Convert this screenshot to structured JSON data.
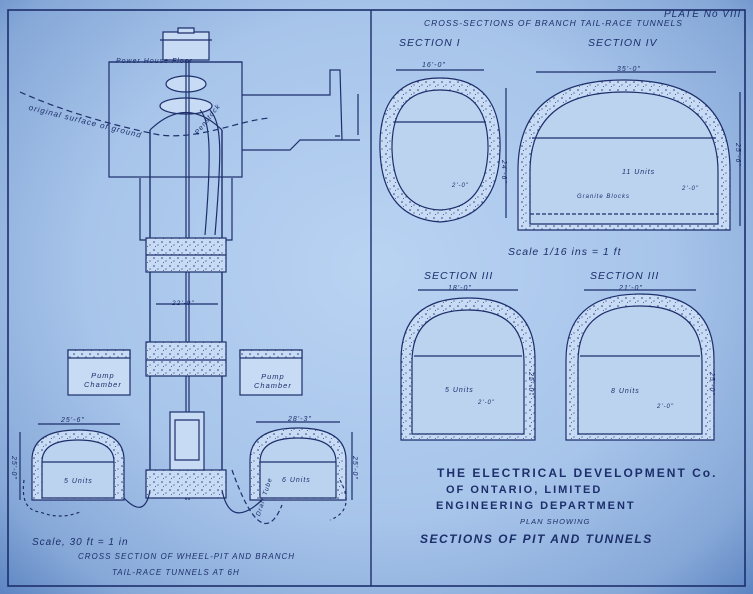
{
  "plate": "PLATE No VIII",
  "right_title": "CROSS-SECTIONS OF BRANCH TAIL-RACE TUNNELS",
  "section_1": "SECTION I",
  "section_4": "SECTION IV",
  "section_3a": "SECTION III",
  "section_3b": "SECTION III",
  "scale_right": "Scale 1/16 ins = 1 ft",
  "company": {
    "line1": "THE ELECTRICAL DEVELOPMENT Co.",
    "line2": "OF ONTARIO, LIMITED",
    "line3": "ENGINEERING DEPARTMENT",
    "line4": "PLAN SHOWING",
    "line5": "SECTIONS OF PIT AND TUNNELS"
  },
  "scale_left": "Scale, 30 ft = 1 in",
  "caption_1": "CROSS SECTION OF WHEEL-PIT AND BRANCH",
  "caption_2": "TAIL-RACE TUNNELS AT 6H",
  "labels": {
    "original_surface": "original surface of ground",
    "power_house_floor": "Power House Floor",
    "pump_chamber_1": "Pump\nChamber",
    "pump_chamber_2": "Pump\nChamber",
    "penstock": "Penstock",
    "draft_tube": "Draft Tube",
    "units_5_left": "5 Units",
    "units_6": "6 Units",
    "units_11": "11 Units",
    "granite_blocks": "Granite Blocks",
    "units_5_right": "5 Units",
    "units_8": "8 Units"
  },
  "dimensions": {
    "sec1_width": "16'-0\"",
    "sec4_width": "35'-0\"",
    "sec3a_width": "18'-0\"",
    "sec3b_width": "21'-0\"",
    "left_tunnel_width": "25'-6\"",
    "right_tunnel_width": "28'-3\"",
    "pit_width": "22'-0\"",
    "sec1_height": "24'-6\"",
    "sec4_height": "25'-6\"",
    "sec3a_height": "25'-0\"",
    "sec3b_height": "25'-0\"",
    "left_tunnel_height": "25'-0\"",
    "right_tunnel_height": "25'-0\"",
    "wall_1": "2'-0\"",
    "wall_2": "2'-0\"",
    "wall_3": "2'-0\"",
    "wall_4": "2'-0\""
  },
  "colors": {
    "paper": "#a9c6ec",
    "ink": "#1d2f6b",
    "concrete": "#c5d9f3"
  }
}
